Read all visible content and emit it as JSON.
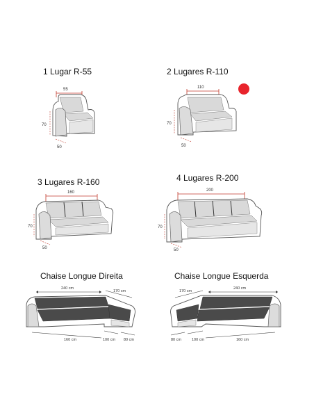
{
  "products": [
    {
      "title": "1 Lugar R-55",
      "width": "55",
      "height": "70",
      "depth": "50"
    },
    {
      "title": "2 Lugares R-110",
      "width": "110",
      "height": "70",
      "depth": "50"
    },
    {
      "title": "3 Lugares R-160",
      "width": "160",
      "height": "70",
      "depth": "50"
    },
    {
      "title": "4 Lugares R-200",
      "width": "200",
      "height": "70",
      "depth": "50"
    },
    {
      "title": "Chaise Longue Direita",
      "top_width": "240 cm",
      "chaise_width": "170 cm",
      "base_width": "160 cm",
      "mid_width": "100 cm",
      "chaise_depth": "80 cm"
    },
    {
      "title": "Chaise Longue Esquerda",
      "top_width": "240 cm",
      "chaise_width": "170 cm",
      "base_width": "160 cm",
      "mid_width": "100 cm",
      "chaise_depth": "80 cm"
    }
  ],
  "colors": {
    "accent": "#e8242c",
    "cover": "#d9d9d9",
    "dark_cover": "#4a4a4a",
    "outline": "#555555",
    "dimension_line": "#c0392b"
  },
  "selected_indicator": "red-dot"
}
